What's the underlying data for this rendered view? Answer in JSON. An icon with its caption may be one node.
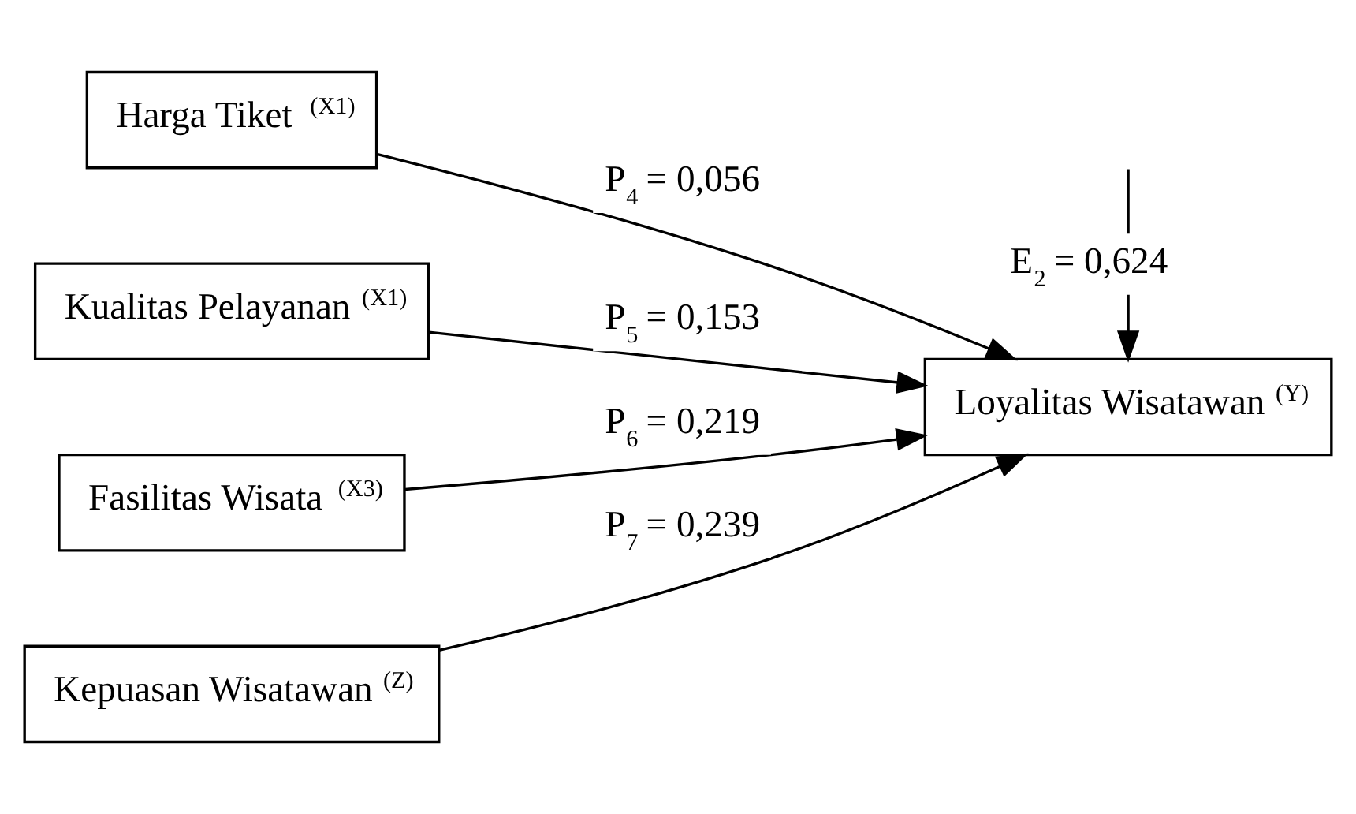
{
  "diagram": {
    "nodes": [
      {
        "text": [
          "Harga Tiket $^{(X1)}$"
        ]
      },
      {
        "text": [
          "Kualitas Pelayanan $^{(X1)}$"
        ]
      },
      {
        "text": [
          "Fasilitas Wisata $^{(X3)}$"
        ]
      },
      {
        "text": [
          "Kepuasan Wisatawan $^{(Z)}$"
        ]
      },
      {
        "text": [
          "Loyalitas Wisatawan $^{(Y)}$"
        ]
      }
    ],
    "edges": [
      {
        "from": 0,
        "to": 4,
        "arrow": "to",
        "label": "P$_{4}$ = 0,056"
      },
      {
        "from": 1,
        "to": 4,
        "arrow": "to",
        "label": "P$_{5}$ = 0,153"
      },
      {
        "from": 2,
        "to": 4,
        "arrow": "to",
        "label": "P$_{6}$ = 0,219"
      },
      {
        "from": 3,
        "to": 4,
        "arrow": "to",
        "label": "P$_{7}$ = 0,239"
      },
      {
        "from": null,
        "to": 4,
        "arrow": "to",
        "label": "E$_{2}$ = 0,624"
      }
    ]
  }
}
